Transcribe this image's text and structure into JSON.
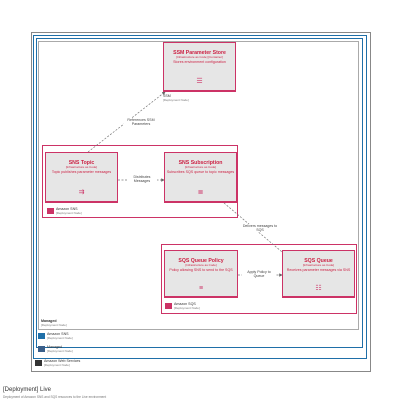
{
  "nodes": {
    "ssm": {
      "title": "SSM Parameter Store",
      "stereo": "[Infrastructure as Code] [Container]",
      "desc": "Stores environment configuration",
      "icon": "☰"
    },
    "sns_topic": {
      "title": "SNS Topic",
      "stereo": "[Infrastructure as Code]",
      "desc": "Topic publishes parameter messages",
      "icon": "⇉"
    },
    "sns_sub": {
      "title": "SNS Subscription",
      "stereo": "[Infrastructure as Code]",
      "desc": "Subscribes SQS queue to topic messages",
      "icon": "≣"
    },
    "sqs_policy": {
      "title": "SQS Queue Policy",
      "stereo": "[Infrastructure as Code]",
      "desc": "Policy allowing SNS to send to the SQS",
      "icon": "≡"
    },
    "sqs_queue": {
      "title": "SQS Queue",
      "stereo": "[Infrastructure as Code]",
      "desc": "Receives parameter messages via SNS",
      "icon": "☷"
    }
  },
  "groups": {
    "amazon_sns": {
      "title": "Amazon SNS",
      "sub": "[Deployment Node]"
    },
    "amazon_sqs": {
      "title": "Amazon SQS",
      "sub": "[Deployment Node]"
    },
    "managed": {
      "title": "Managed",
      "sub": "[Deployment Node]"
    },
    "ssm_group": {
      "title": "SSM",
      "sub": "[Deployment Node]"
    }
  },
  "edges": {
    "e1": "References SSM Parameters",
    "e2": "Distributes Messages",
    "e3": "Delivers messages to SQS",
    "e4": "Apply Policy to Queue"
  },
  "legend": {
    "l1": {
      "title": "Amazon SNS",
      "sub": "[Deployment Node]"
    },
    "l2": {
      "title": "Managed",
      "sub": "[Deployment Node]"
    },
    "l3": {
      "title": "Amazon Web Services",
      "sub": "[Deployment Node]"
    }
  },
  "footer": {
    "title": "[Deployment] Live",
    "sub": "Deployment of Amazon SNS and SQS resources to the Live environment"
  },
  "colors": {
    "accent": "#cc3366",
    "frame_blue": "#1f6fa8",
    "node_fill": "#e6e6e6"
  }
}
